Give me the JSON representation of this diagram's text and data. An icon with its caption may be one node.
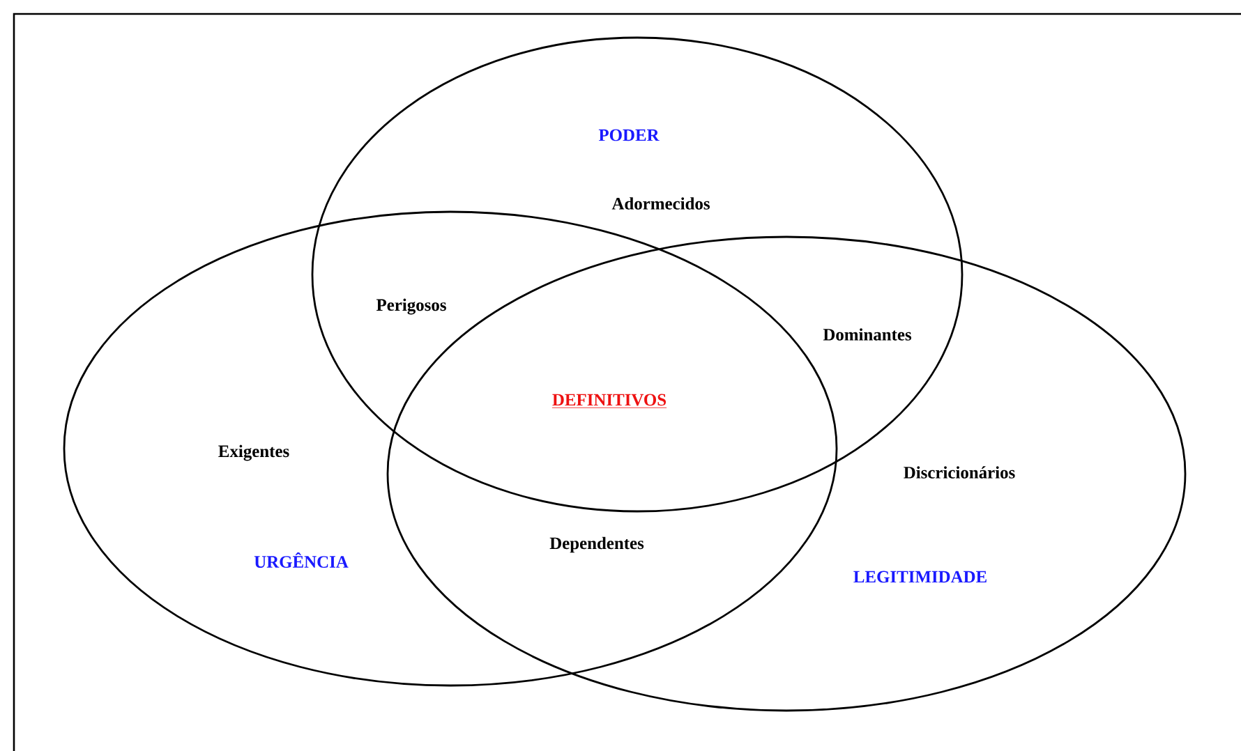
{
  "diagram": {
    "nodes": [
      {
        "text": [
          "PODER"
        ]
      },
      {
        "text": [
          "URGÊNCIA"
        ]
      },
      {
        "text": [
          "LEGITIMIDADE"
        ]
      }
    ],
    "labels": [
      "Adormecidos",
      "Perigosos",
      "Dominantes",
      "DEFINITIVOS",
      "Exigentes",
      "Discricionários",
      "Dependentes"
    ]
  }
}
